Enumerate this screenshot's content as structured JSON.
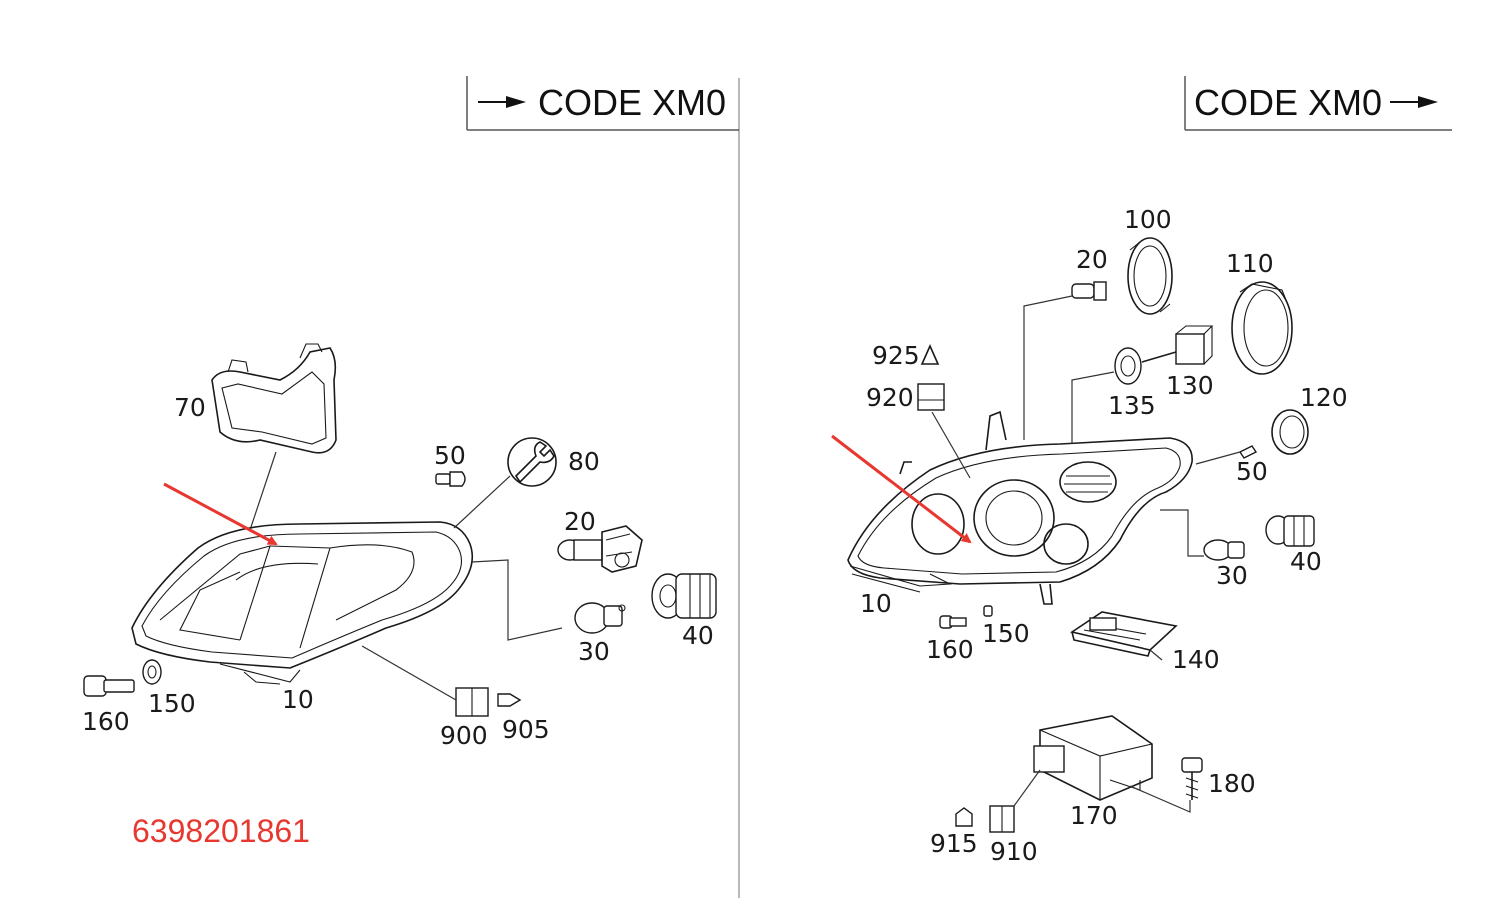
{
  "left_panel": {
    "header": "CODE XM0",
    "part_number": "6398201861",
    "labels": {
      "p70": "70",
      "p50": "50",
      "p80": "80",
      "p20": "20",
      "p40": "40",
      "p30": "30",
      "p10": "10",
      "p160": "160",
      "p150": "150",
      "p900": "900",
      "p905": "905"
    }
  },
  "right_panel": {
    "header": "CODE XM0",
    "labels": {
      "p100": "100",
      "p20": "20",
      "p110": "110",
      "p925": "925",
      "p920": "920",
      "p135": "135",
      "p130": "130",
      "p120": "120",
      "p50": "50",
      "p30": "30",
      "p40": "40",
      "p10": "10",
      "p160": "160",
      "p150": "150",
      "p140": "140",
      "p180": "180",
      "p170": "170",
      "p915": "915",
      "p910": "910"
    }
  },
  "colors": {
    "arrow": "#e8372f",
    "part_number": "#e8372f",
    "line": "#1a1a1a"
  }
}
